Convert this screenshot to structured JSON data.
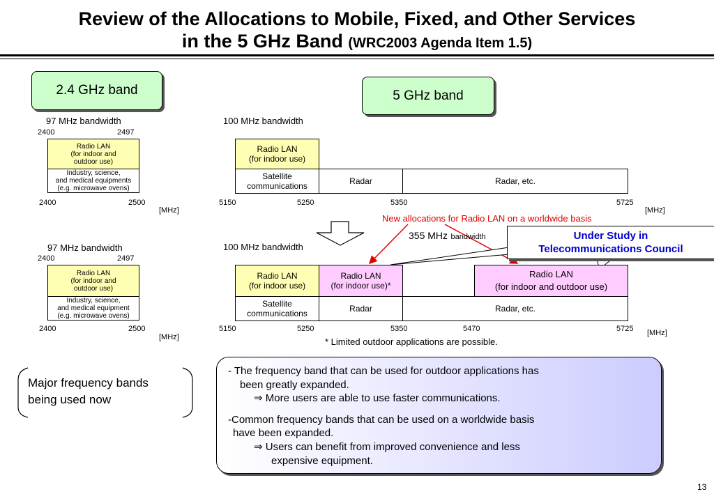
{
  "title": {
    "line1": "Review of the Allocations to Mobile, Fixed, and Other Services",
    "line2_main": "in the 5 GHz Band",
    "line2_sub": "(WRC2003 Agenda Item 1.5)"
  },
  "bands": {
    "band_24": "2.4 GHz band",
    "band_5": "5 GHz band"
  },
  "left_top": {
    "bw": "97 MHz bandwidth",
    "t_start": "2400",
    "t_end": "2497",
    "radio_lan": "Radio LAN\n(for indoor and\noutdoor use)",
    "ism": "Industry, science,\nand medical equipments\n(e.g. microwave ovens)",
    "axis_start": "2400",
    "axis_end": "2500",
    "unit": "[MHz]"
  },
  "left_bottom": {
    "bw": "97 MHz bandwidth",
    "t_start": "2400",
    "t_end": "2497",
    "radio_lan": "Radio LAN\n(for indoor and\noutdoor use)",
    "ism": "Industry, science,\nand medical equipment\n(e.g. microwave ovens)",
    "axis_start": "2400",
    "axis_end": "2500",
    "unit": "[MHz]"
  },
  "right_top": {
    "bw": "100 MHz bandwidth",
    "radio_lan": "Radio LAN\n(for indoor use)",
    "satellite": "Satellite\ncommunications",
    "radar": "Radar",
    "radar_etc": "Radar, etc.",
    "ticks": [
      "5150",
      "5250",
      "5350",
      "5725"
    ],
    "unit": "[MHz]"
  },
  "annotations": {
    "new_alloc": "New allocations for Radio LAN on a worldwide basis",
    "bw355_main": "355 MHz",
    "bw355_sub": "bandwidth",
    "under_study": "Under Study in\nTelecommunications Council"
  },
  "right_bottom": {
    "bw": "100 MHz bandwidth",
    "radio_lan": "Radio LAN\n(for indoor use)",
    "radio_lan_star": "Radio LAN\n(for indoor use)*",
    "radio_lan_outdoor": "Radio LAN\n(for indoor and outdoor use)",
    "satellite": "Satellite\ncommunications",
    "radar": "Radar",
    "radar_etc": "Radar, etc.",
    "ticks": [
      "5150",
      "5250",
      "5350",
      "5470",
      "5725"
    ],
    "unit": "[MHz]",
    "footnote": "* Limited outdoor applications are possible."
  },
  "major_bands": "Major frequency bands\nbeing used now",
  "notes": {
    "n1_line1": "- The frequency band that can be used for outdoor applications has",
    "n1_line2": "been greatly expanded.",
    "n1_arrow": "⇒ More users are able to use faster communications.",
    "n2_line1": "-Common frequency bands that can be used on a worldwide basis",
    "n2_line2": "have been expanded.",
    "n2_arrow1": "⇒ Users can benefit from improved convenience and less",
    "n2_arrow2": "expensive equipment."
  },
  "page_number": "13",
  "colors": {
    "green": "#ccffcc",
    "yellow": "#ffffb3",
    "pink": "#ffccff",
    "red": "#e00000",
    "blue": "#0000cc"
  }
}
